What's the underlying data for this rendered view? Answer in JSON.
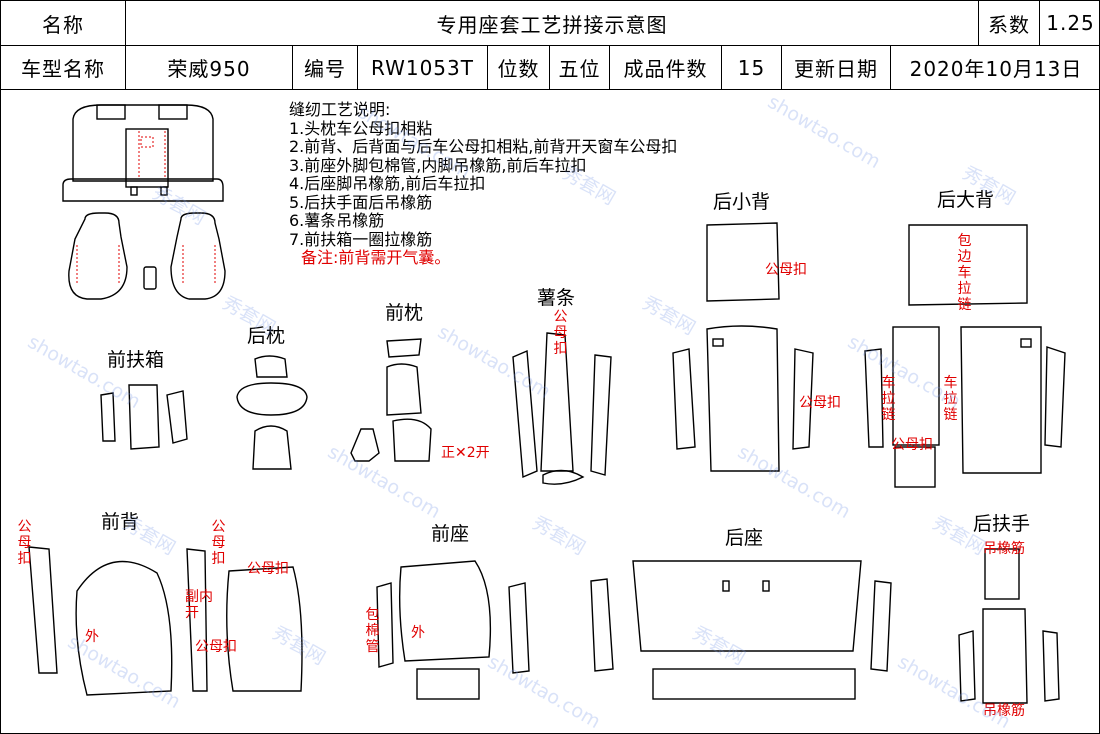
{
  "header": {
    "name_label": "名称",
    "title": "专用座套工艺拼接示意图",
    "coef_label": "系数",
    "coef_value": "1.25",
    "model_label": "车型名称",
    "model_value": "荣威950",
    "code_label": "编号",
    "code_value": "RW1053T",
    "seats_label": "位数",
    "seats_value": "五位",
    "pieces_label": "成品件数",
    "pieces_value": "15",
    "date_label": "更新日期",
    "date_value": "2020年10月13日"
  },
  "notes": {
    "title": "缝纫工艺说明:",
    "items": [
      "1.头枕车公母扣相粘",
      "2.前背、后背面与后车公母扣相粘,前背开天窗车公母扣",
      "3.前座外脚包棉管,内脚吊橡筋,前后车拉扣",
      "4.后座脚吊橡筋,前后车拉扣",
      "5.后扶手面后吊橡筋",
      "6.薯条吊橡筋",
      "7.前扶箱一圈拉橡筋"
    ],
    "remark": "备注:前背需开气囊。"
  },
  "section_labels": {
    "rear_small_back": "后小背",
    "rear_big_back": "后大背",
    "front_headrest": "前枕",
    "rear_headrest": "后枕",
    "front_armbox": "前扶箱",
    "chips": "薯条",
    "front_back": "前背",
    "front_seat": "前座",
    "rear_seat": "后座",
    "rear_armrest": "后扶手"
  },
  "annotations": {
    "snap": "公母扣",
    "edge_zipper": "包边车拉链",
    "zipper": "车拉链",
    "open_x2": "正✕2开",
    "outer": "外",
    "side_open": "副内开",
    "cotton_tube": "包棉管",
    "elastic": "吊橡筋"
  },
  "watermark": {
    "cn": "秀套网",
    "en": "showtao.com"
  },
  "colors": {
    "annotation": "#e00000",
    "line": "#000000",
    "watermark": "#8aa0e6"
  }
}
